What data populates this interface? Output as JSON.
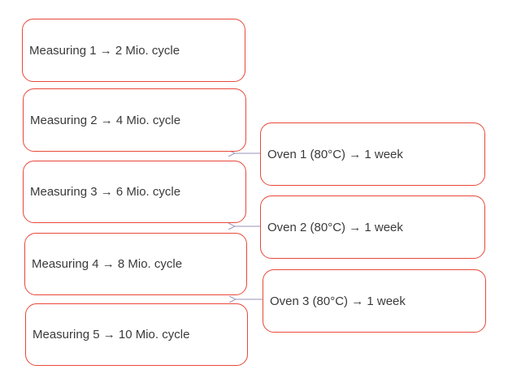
{
  "diagram": {
    "measurements": [
      {
        "label": "Measuring 1 → 2 Mio. cycle"
      },
      {
        "label": "Measuring 2 → 4 Mio. cycle"
      },
      {
        "label": "Measuring 3 → 6 Mio. cycle"
      },
      {
        "label": "Measuring 4 → 8 Mio. cycle"
      },
      {
        "label": "Measuring 5 → 10 Mio. cycle"
      }
    ],
    "ovens": [
      {
        "label": "Oven 1 (80°C) → 1 week"
      },
      {
        "label": "Oven 2 (80°C) → 1 week"
      },
      {
        "label": "Oven 3 (80°C) → 1 week"
      }
    ],
    "colors": {
      "box_border": "#e8483a",
      "connector": "#9a93b8",
      "text": "#3a3a3a"
    }
  }
}
